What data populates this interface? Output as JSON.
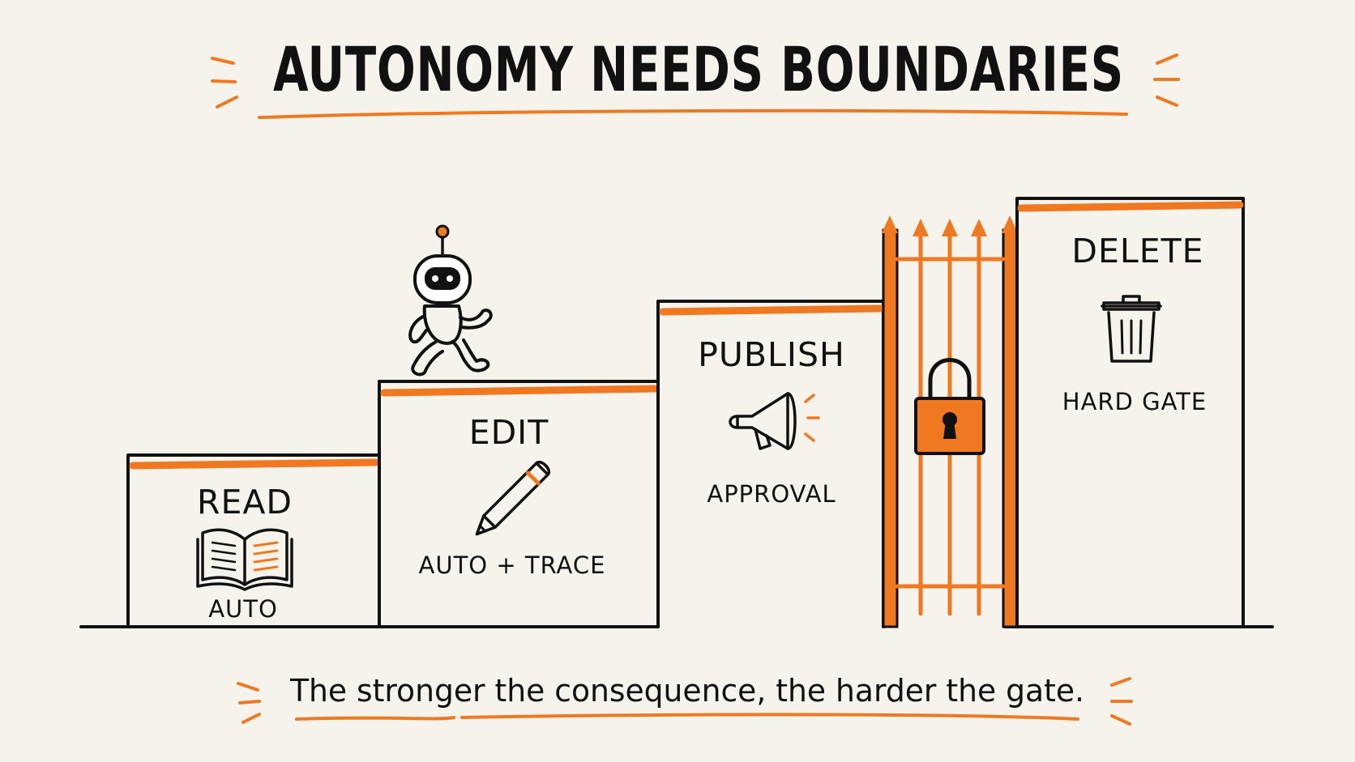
{
  "title": "AUTONOMY NEEDS BOUNDARIES",
  "steps": [
    {
      "name": "READ",
      "policy": "AUTO",
      "icon": "open-book-icon"
    },
    {
      "name": "EDIT",
      "policy": "AUTO + TRACE",
      "icon": "pencil-icon"
    },
    {
      "name": "PUBLISH",
      "policy": "APPROVAL",
      "icon": "megaphone-icon"
    },
    {
      "name": "DELETE",
      "policy": "HARD GATE",
      "icon": "trash-can-icon"
    }
  ],
  "gate": {
    "icon": "padlock-icon"
  },
  "character": {
    "icon": "robot-icon"
  },
  "caption": "The stronger the consequence, the harder the gate.",
  "colors": {
    "accent": "#f07820",
    "ink": "#111111",
    "paper": "#f6f3ec"
  }
}
